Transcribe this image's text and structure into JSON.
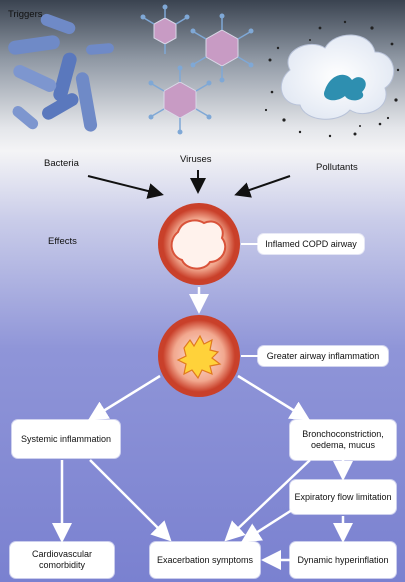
{
  "sections": {
    "triggers": "Triggers",
    "effects": "Effects"
  },
  "triggers": {
    "bacteria": "Bacteria",
    "viruses": "Viruses",
    "pollutants": "Pollutants"
  },
  "boxes": {
    "inflamed": "Inflamed COPD airway",
    "greater": "Greater airway inflammation",
    "systemic": "Systemic inflammation",
    "broncho": "Bronchoconstriction, oedema, mucus",
    "expiratory": "Expiratory flow limitation",
    "cardio": "Cardiovascular comorbidity",
    "exacerbation": "Exacerbation symptoms",
    "dynamic": "Dynamic hyperinflation"
  },
  "colors": {
    "bacteria": "#6f8ac7",
    "virus": "#c89bc4",
    "airway_ring": "#d9533a",
    "arrow_white": "#ffffff",
    "arrow_black": "#111111"
  }
}
